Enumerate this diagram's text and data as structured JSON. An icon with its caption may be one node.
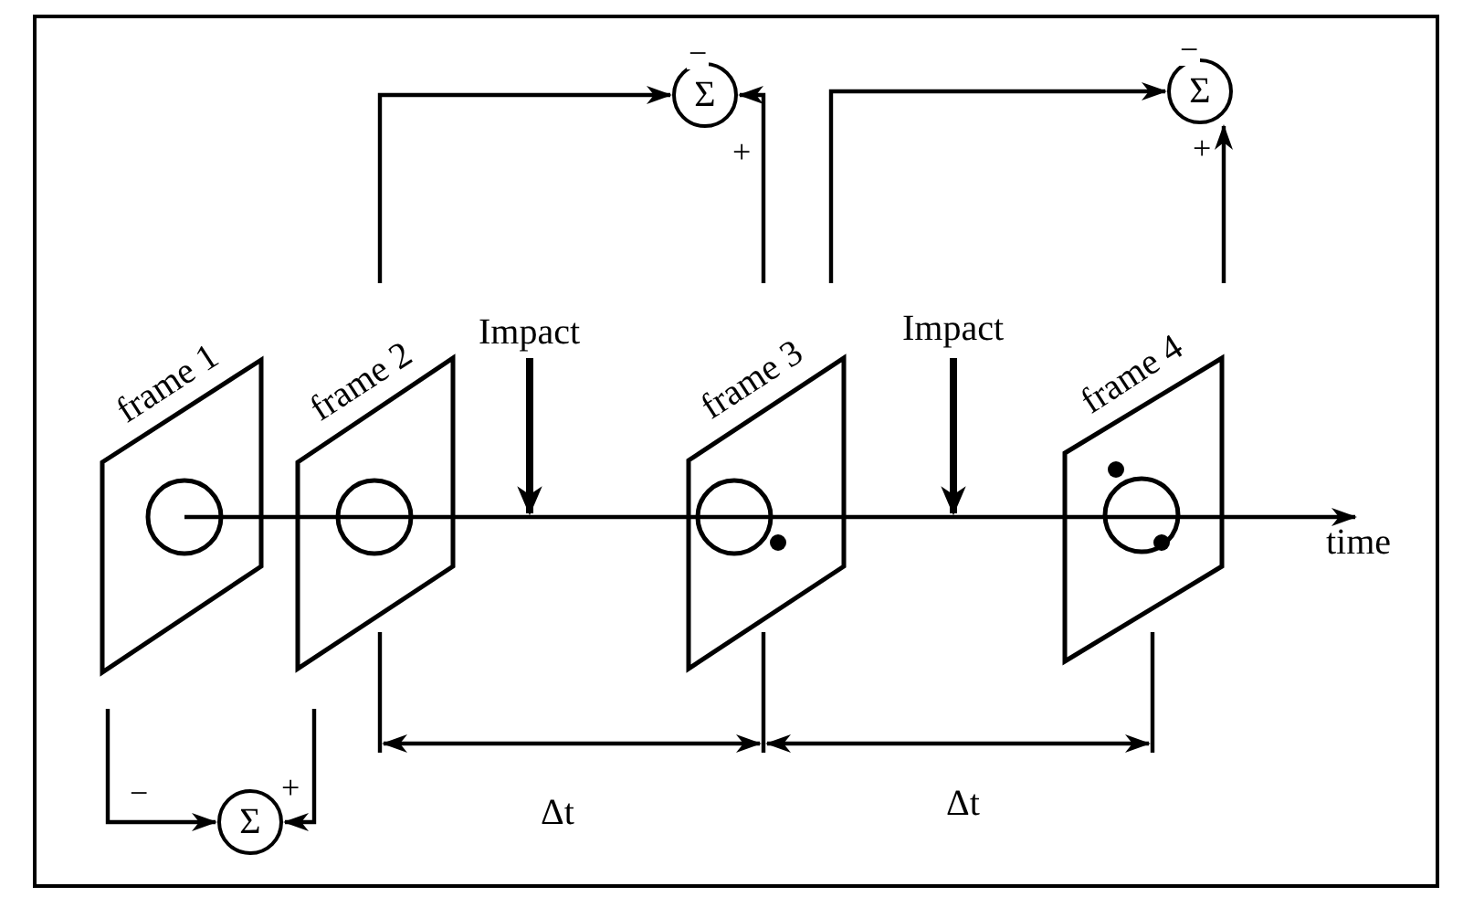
{
  "diagram": {
    "nodes": [
      {
        "text": [
          "Σ"
        ]
      },
      {
        "text": [
          "Σ"
        ]
      },
      {
        "text": [
          "frame 1"
        ]
      },
      {
        "text": [
          "frame 2"
        ]
      },
      {
        "text": [
          "frame 3"
        ]
      },
      {
        "text": [
          "frame 4"
        ]
      },
      {
        "text": [
          "Σ"
        ]
      }
    ],
    "edges": [
      {
        "from": 3,
        "to": 0,
        "arrow": "to",
        "label": "−"
      },
      {
        "from": 4,
        "to": 0,
        "arrow": "to",
        "label": "+"
      },
      {
        "from": 4,
        "to": 1,
        "arrow": "to",
        "label": "−"
      },
      {
        "from": 5,
        "to": 1,
        "arrow": "to",
        "label": "+"
      },
      {
        "from": 2,
        "to": 6,
        "arrow": "to",
        "label": "−"
      },
      {
        "from": 3,
        "to": 6,
        "arrow": "to",
        "label": "+"
      }
    ],
    "labels": [
      "Impact",
      "Impact",
      "time",
      "Δt",
      "Δt"
    ]
  }
}
